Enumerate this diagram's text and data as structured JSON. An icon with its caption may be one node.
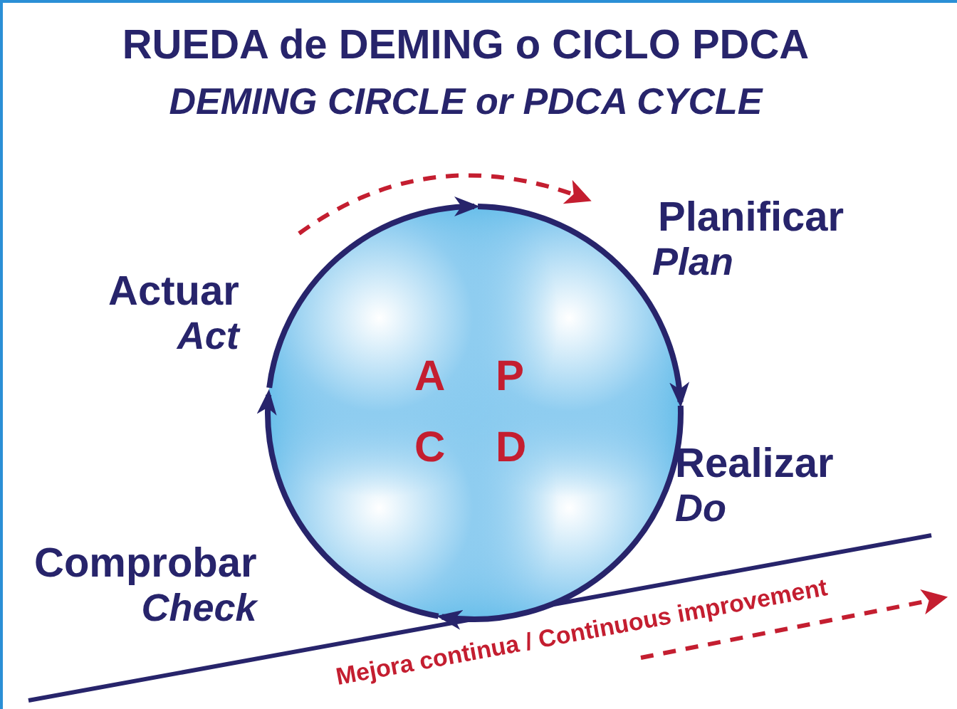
{
  "diagram": {
    "title": "RUEDA de DEMING o CICLO PDCA",
    "nodes": [
      {
        "text": [],
        "shape": "circle"
      },
      {
        "text": [
          "Planificar",
          "Plan"
        ]
      },
      {
        "text": [
          "Realizar",
          "Do"
        ]
      },
      {
        "text": [
          "Comprobar",
          "Check"
        ]
      },
      {
        "text": [
          "Actuar",
          "Act"
        ]
      }
    ],
    "labels": [
      "DEMING CIRCLE or PDCA CYCLE",
      "A",
      "P",
      "C",
      "D",
      "Mejora continua / Continuous improvement"
    ]
  }
}
